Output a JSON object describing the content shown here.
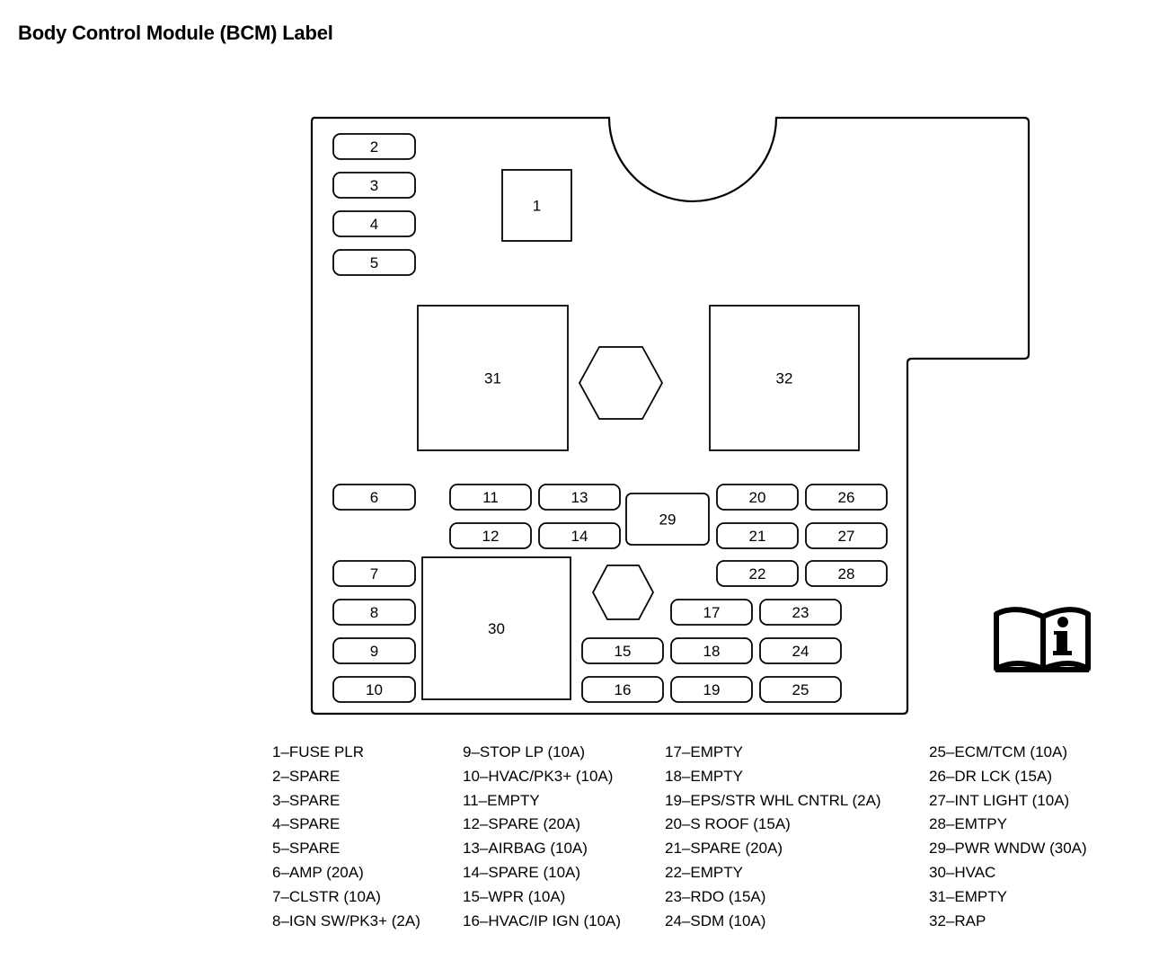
{
  "title": "Body Control Module (BCM) Label",
  "boxes": [
    {
      "id": "2",
      "label": "2"
    },
    {
      "id": "3",
      "label": "3"
    },
    {
      "id": "4",
      "label": "4"
    },
    {
      "id": "5",
      "label": "5"
    },
    {
      "id": "1",
      "label": "1"
    },
    {
      "id": "31",
      "label": "31"
    },
    {
      "id": "32",
      "label": "32"
    },
    {
      "id": "6",
      "label": "6"
    },
    {
      "id": "11",
      "label": "11"
    },
    {
      "id": "13",
      "label": "13"
    },
    {
      "id": "29",
      "label": "29"
    },
    {
      "id": "20",
      "label": "20"
    },
    {
      "id": "26",
      "label": "26"
    },
    {
      "id": "12",
      "label": "12"
    },
    {
      "id": "14",
      "label": "14"
    },
    {
      "id": "21",
      "label": "21"
    },
    {
      "id": "27",
      "label": "27"
    },
    {
      "id": "7",
      "label": "7"
    },
    {
      "id": "30",
      "label": "30"
    },
    {
      "id": "22",
      "label": "22"
    },
    {
      "id": "28",
      "label": "28"
    },
    {
      "id": "8",
      "label": "8"
    },
    {
      "id": "17",
      "label": "17"
    },
    {
      "id": "23",
      "label": "23"
    },
    {
      "id": "9",
      "label": "9"
    },
    {
      "id": "15",
      "label": "15"
    },
    {
      "id": "18",
      "label": "18"
    },
    {
      "id": "24",
      "label": "24"
    },
    {
      "id": "10",
      "label": "10"
    },
    {
      "id": "16",
      "label": "16"
    },
    {
      "id": "19",
      "label": "19"
    },
    {
      "id": "25",
      "label": "25"
    }
  ],
  "legend": {
    "col1": [
      "1–FUSE PLR",
      "2–SPARE",
      "3–SPARE",
      "4–SPARE",
      "5–SPARE",
      "6–AMP (20A)",
      "7–CLSTR (10A)",
      "8–IGN SW/PK3+ (2A)"
    ],
    "col2": [
      "9–STOP LP (10A)",
      "10–HVAC/PK3+ (10A)",
      "11–EMPTY",
      "12–SPARE (20A)",
      "13–AIRBAG (10A)",
      "14–SPARE (10A)",
      "15–WPR (10A)",
      "16–HVAC/IP IGN (10A)"
    ],
    "col3": [
      "17–EMPTY",
      "18–EMPTY",
      "19–EPS/STR WHL CNTRL (2A)",
      "20–S ROOF (15A)",
      "21–SPARE (20A)",
      "22–EMPTY",
      "23–RDO (15A)",
      "24–SDM (10A)"
    ],
    "col4": [
      "25–ECM/TCM (10A)",
      "26–DR LCK (15A)",
      "27–INT LIGHT (10A)",
      "28–EMTPY",
      "29–PWR WNDW (30A)",
      "30–HVAC",
      "31–EMPTY",
      "32–RAP"
    ]
  },
  "icons": [
    "manual-info-icon"
  ]
}
